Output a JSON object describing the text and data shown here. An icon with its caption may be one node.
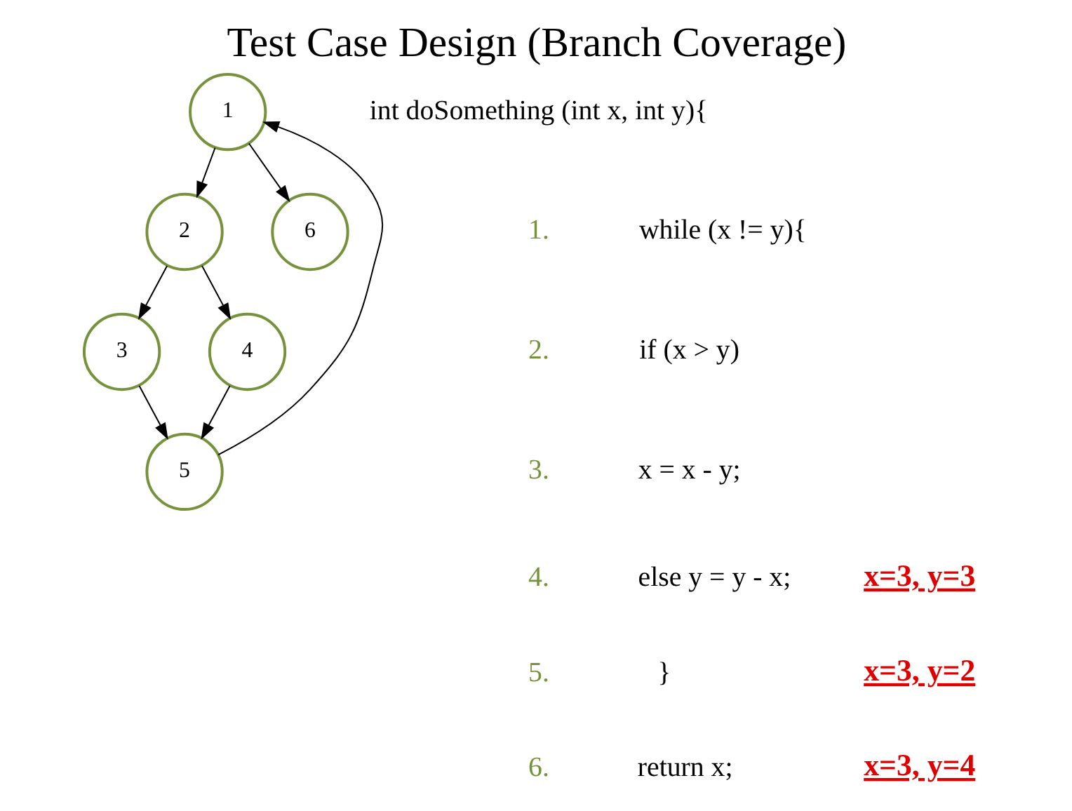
{
  "diagram": {
    "title": "Test Case Design (Branch Coverage)",
    "nodes": [
      {
        "text": [
          "1"
        ]
      },
      {
        "text": [
          "2"
        ]
      },
      {
        "text": [
          "3"
        ]
      },
      {
        "text": [
          "4"
        ]
      },
      {
        "text": [
          "5"
        ]
      },
      {
        "text": [
          "6"
        ]
      }
    ],
    "edges": [
      {
        "from": 0,
        "to": 1,
        "arrow": "to"
      },
      {
        "from": 1,
        "to": 2,
        "arrow": "to"
      },
      {
        "from": 1,
        "to": 3,
        "arrow": "to"
      },
      {
        "from": 2,
        "to": 4,
        "arrow": "to"
      },
      {
        "from": 3,
        "to": 4,
        "arrow": "to"
      },
      {
        "from": 4,
        "to": 0,
        "arrow": "to"
      },
      {
        "from": 0,
        "to": 5,
        "arrow": "to"
      }
    ],
    "labels": [
      "int doSomething (int x, int y){",
      "1.",
      "while (x != y){",
      "2.",
      "if (x > y)",
      "3.",
      "x = x - y;",
      "4.",
      "else y = y - x;",
      "5.",
      "}",
      "6.",
      "return x;",
      "x=3, y=3",
      "x=3, y=2",
      "x=3, y=4"
    ]
  }
}
